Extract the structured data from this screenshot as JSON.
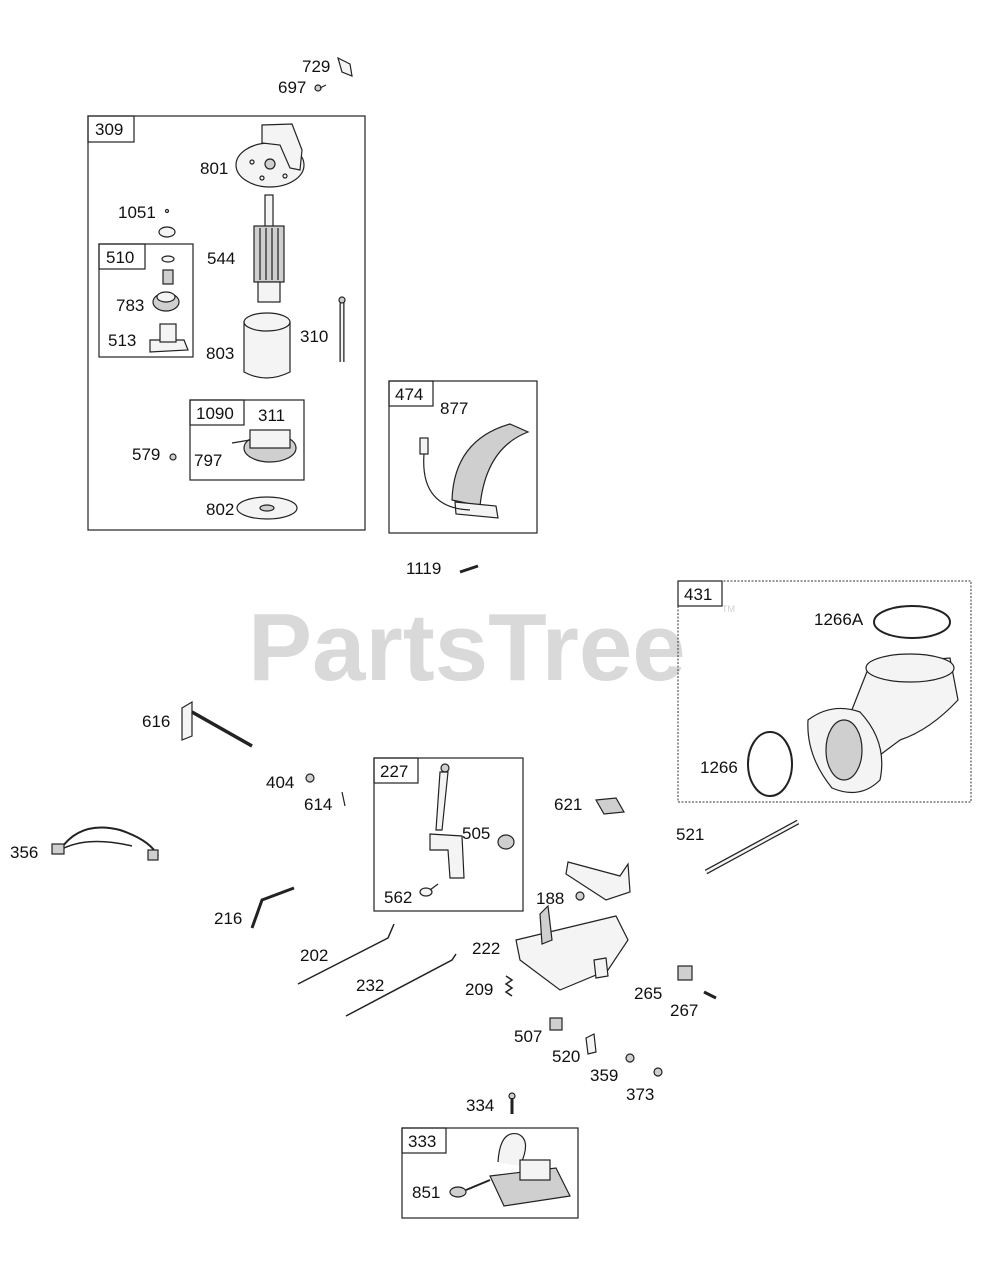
{
  "watermark": {
    "text": "PartsTree",
    "tm": "TM"
  },
  "groups": [
    {
      "id": "309"
    },
    {
      "id": "510"
    },
    {
      "id": "1090"
    },
    {
      "id": "474"
    },
    {
      "id": "431"
    },
    {
      "id": "227"
    },
    {
      "id": "333"
    }
  ],
  "parts": [
    {
      "id": "729"
    },
    {
      "id": "697"
    },
    {
      "id": "801"
    },
    {
      "id": "1051"
    },
    {
      "id": "544"
    },
    {
      "id": "783"
    },
    {
      "id": "513"
    },
    {
      "id": "803"
    },
    {
      "id": "310"
    },
    {
      "id": "311"
    },
    {
      "id": "579"
    },
    {
      "id": "797"
    },
    {
      "id": "802"
    },
    {
      "id": "877"
    },
    {
      "id": "1119"
    },
    {
      "id": "1266A"
    },
    {
      "id": "1266"
    },
    {
      "id": "616"
    },
    {
      "id": "404"
    },
    {
      "id": "614"
    },
    {
      "id": "505"
    },
    {
      "id": "562"
    },
    {
      "id": "621"
    },
    {
      "id": "521"
    },
    {
      "id": "356"
    },
    {
      "id": "188"
    },
    {
      "id": "216"
    },
    {
      "id": "202"
    },
    {
      "id": "222"
    },
    {
      "id": "232"
    },
    {
      "id": "209"
    },
    {
      "id": "265"
    },
    {
      "id": "267"
    },
    {
      "id": "507"
    },
    {
      "id": "520"
    },
    {
      "id": "359"
    },
    {
      "id": "373"
    },
    {
      "id": "334"
    },
    {
      "id": "851"
    }
  ]
}
